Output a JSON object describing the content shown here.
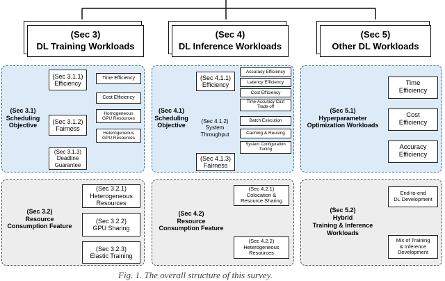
{
  "headers": [
    {
      "sec": "(Sec 3)",
      "title": "DL Training Workloads"
    },
    {
      "sec": "(Sec 4)",
      "title": "DL Inference Workloads"
    },
    {
      "sec": "(Sec 5)",
      "title": "Other DL Workloads"
    }
  ],
  "training": {
    "scheduling": {
      "root": "(Sec 3.1)\nScheduling\nObjective",
      "efficiency": "(Sec 3.1.1)\nEfficiency",
      "time_eff": "Time Efficiency",
      "cost_eff": "Cost Efficiency",
      "fairness": "(Sec 3.1.2)\nFairness",
      "homog": "Homogeneous\nGPU Resources",
      "heterog": "Heterogeneous\nGPU Resources",
      "deadline": "(Sec 3.1.3)\nDeadline\nGuarantee"
    },
    "resource": {
      "root": "(Sec 3.2)\nResource\nConsumption Feature",
      "hetero": "(Sec 3.2.1)\nHeterogeneous\nResources",
      "gpu_sharing": "(Sec 3.2.2)\nGPU Sharing",
      "elastic": "(Sec 3.2.3)\nElastic Training"
    }
  },
  "inference": {
    "scheduling": {
      "root": "(Sec 4.1)\nScheduling\nObjective",
      "efficiency": "(Sec 4.1.1)\nEfficiency",
      "accuracy_eff": "Accuracy Efficiency",
      "latency_eff": "Latency Efficiency",
      "cost_eff": "Cost Efficiency",
      "tradeoff": "Time-Accuracy-Cost\nTrade-off",
      "throughput": "(Sec 4.1.2)\nSystem\nThroughput",
      "batch": "Batch Execution",
      "caching": "Caching & Reusing",
      "sysconfig": "System Configuration\nTuning",
      "fairness": "(Sec 4.1.3)\nFairness"
    },
    "resource": {
      "root": "(Sec 4.2)\nResource\nConsumption Feature",
      "colocation": "(Sec 4.2.1)\nColocation &\nResource Sharing",
      "hetero": "(Sec 4.2.2)\nHeterogeneous\nResources"
    }
  },
  "other": {
    "hyper": {
      "root": "(Sec 5.1)\nHyperparameter\nOptimization Workloads",
      "time_eff": "Time\nEfficiency",
      "cost_eff": "Cost\nEfficiency",
      "acc_eff": "Accuracy\nEfficiency"
    },
    "hybrid": {
      "root": "(Sec 5.2)\nHybrid\nTraining & Inference\nWorkloads",
      "e2e": "End-to-end\nDL Development",
      "mix": "Mix of Training\n& Inference\nDevelopment"
    }
  },
  "caption": "Fig. 1. The overall structure of this survey."
}
